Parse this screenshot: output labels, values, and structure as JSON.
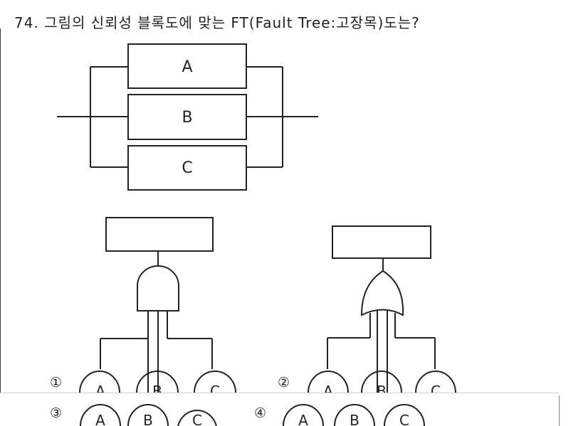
{
  "question": {
    "text": "74. 그림의 신뢰성 블록도에 맞는 FT(Fault Tree:고장목)도는?"
  },
  "block_diagram": {
    "blocks": [
      "A",
      "B",
      "C"
    ]
  },
  "fault_trees": [
    {
      "gate": "AND-gate",
      "events": [
        "A",
        "B",
        "C"
      ]
    },
    {
      "gate": "OR-gate",
      "events": [
        "A",
        "B",
        "C"
      ]
    }
  ],
  "options": [
    {
      "marker": "①",
      "events": [
        "A",
        "B",
        "C"
      ]
    },
    {
      "marker": "②",
      "events": [
        "A",
        "B",
        "C"
      ]
    },
    {
      "marker": "③",
      "events": [
        "A",
        "B",
        "C"
      ]
    },
    {
      "marker": "④",
      "events": [
        "A",
        "B",
        "C"
      ]
    }
  ]
}
